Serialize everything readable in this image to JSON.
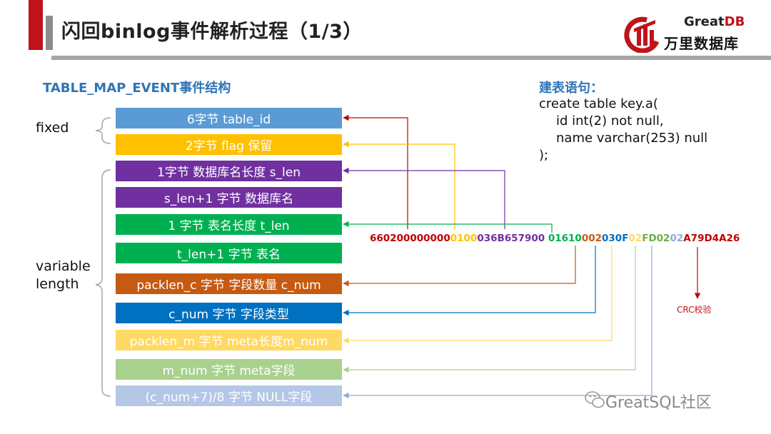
{
  "slide": {
    "title": "闪回binlog事件解析过程（1/3）",
    "brand": {
      "name_part1": "Great",
      "name_part2": "DB",
      "name_cn": "万里数据库"
    },
    "section_title": "TABLE_MAP_EVENT事件结构",
    "sql": {
      "heading": "建表语句：",
      "lines": [
        "create table key.a(",
        "id int(2) not null,",
        "name varchar(253) null",
        ");"
      ]
    },
    "side_labels": {
      "fixed": "fixed",
      "variable": "variable",
      "length": "length"
    },
    "boxes": [
      {
        "label": "6字节  table_id",
        "color": "#5b9bd5"
      },
      {
        "label": "2字节  flag 保留",
        "color": "#ffc000"
      },
      {
        "label": "1字节  数据库名长度 s_len",
        "color": "#7030a0"
      },
      {
        "label": "s_len+1 字节    数据库名",
        "color": "#7030a0"
      },
      {
        "label": "1 字节    表名长度 t_len",
        "color": "#00b050"
      },
      {
        "label": "t_len+1 字节    表名",
        "color": "#00b050"
      },
      {
        "label": "packlen_c 字节    字段数量 c_num",
        "color": "#c55a11"
      },
      {
        "label": "c_num 字节    字段类型",
        "color": "#0070c0"
      },
      {
        "label": "packlen_m 字节 meta长度m_num",
        "color": "#ffd966"
      },
      {
        "label": "m_num 字节    meta字段",
        "color": "#a9d18e"
      },
      {
        "label": "(c_num+7)/8 字节    NULL字段",
        "color": "#b4c7e7"
      }
    ],
    "hex_segments": [
      {
        "text": "660200000000",
        "color": "#c00000"
      },
      {
        "text": "0100",
        "color": "#ffc000"
      },
      {
        "text": "036B657900",
        "color": "#7030a0"
      },
      {
        "text": " 01610",
        "color": "#00b050"
      },
      {
        "text": "002",
        "color": "#c55a11"
      },
      {
        "text": "030F",
        "color": "#0070c0"
      },
      {
        "text": "02",
        "color": "#ffd966"
      },
      {
        "text": "FD02",
        "color": "#70ad47"
      },
      {
        "text": "02",
        "color": "#8faadc"
      },
      {
        "text": "A79D4A26",
        "color": "#c00000"
      }
    ],
    "crc_label": "CRC校验",
    "watermark": "GreatSQL社区"
  }
}
